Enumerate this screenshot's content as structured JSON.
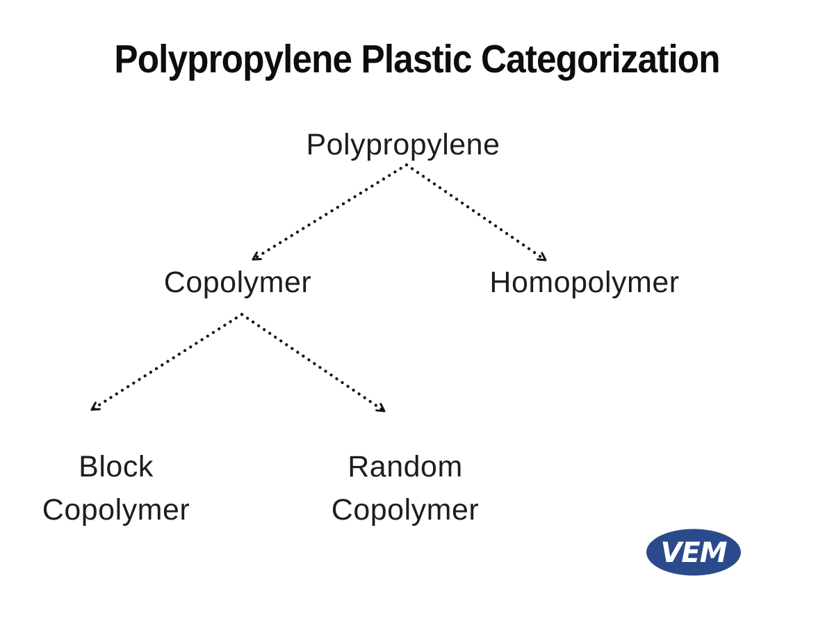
{
  "page": {
    "background_color": "#ffffff",
    "text_color": "#1d1d1d",
    "line_color": "#141414"
  },
  "title": "Polypropylene Plastic Categorization",
  "tree": {
    "root": {
      "label": "Polypropylene"
    },
    "level1": [
      {
        "label": "Copolymer"
      },
      {
        "label": "Homopolymer"
      }
    ],
    "level2": [
      {
        "label": "Block Copolymer"
      },
      {
        "label": "Random Copolymer"
      }
    ],
    "edges": [
      {
        "from": "Polypropylene",
        "to": "Copolymer",
        "style": "dotted-arrow"
      },
      {
        "from": "Polypropylene",
        "to": "Homopolymer",
        "style": "dotted-arrow"
      },
      {
        "from": "Copolymer",
        "to": "Block Copolymer",
        "style": "dotted-arrow"
      },
      {
        "from": "Copolymer",
        "to": "Random Copolymer",
        "style": "dotted-arrow"
      }
    ]
  },
  "logo": {
    "text": "VEM",
    "bg_color": "#2b4a8b",
    "text_color": "#ffffff"
  }
}
